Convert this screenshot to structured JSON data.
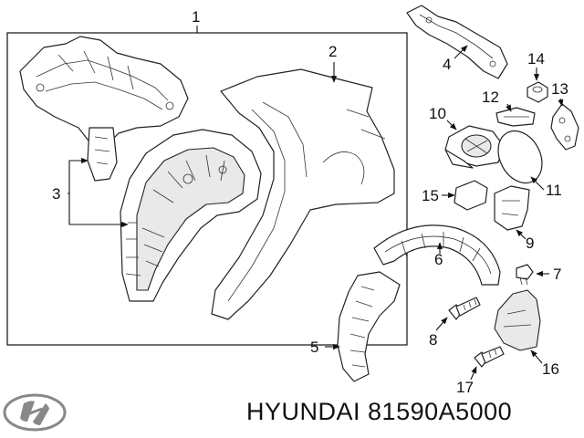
{
  "callouts": {
    "c1": "1",
    "c2": "2",
    "c3": "3",
    "c4": "4",
    "c5": "5",
    "c6": "6",
    "c7": "7",
    "c8": "8",
    "c9": "9",
    "c10": "10",
    "c11": "11",
    "c12": "12",
    "c13": "13",
    "c14": "14",
    "c15": "15",
    "c16": "16",
    "c17": "17"
  },
  "footer": {
    "brand": "HYUNDAI",
    "part_number": "81590A5000"
  },
  "colors": {
    "line": "#222222",
    "background": "#ffffff"
  }
}
